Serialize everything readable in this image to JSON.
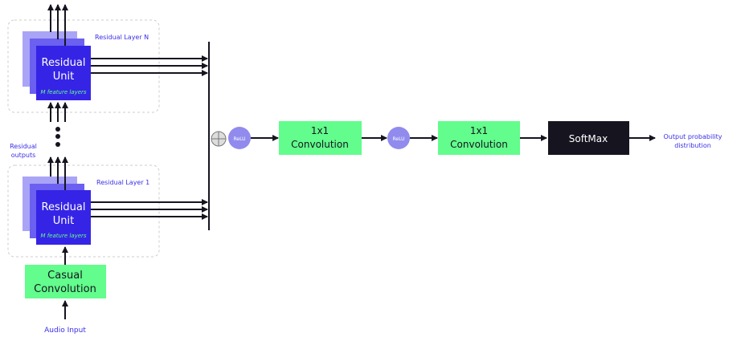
{
  "colors": {
    "unit_front": "#3524e6",
    "unit_mid": "#6b60f0",
    "unit_back": "#aaa4f6",
    "conv": "#62fd8c",
    "relu": "#918bee",
    "softmax": "#16141f",
    "label": "#3a2ee6",
    "feature_text": "#62fd8c"
  },
  "layer_n": {
    "label": "Residual Layer N",
    "unit_line1": "Residual",
    "unit_line2": "Unit",
    "feature": "M feature layers"
  },
  "layer_1": {
    "label": "Residual Layer 1",
    "unit_line1": "Residual",
    "unit_line2": "Unit",
    "feature": "M feature layers"
  },
  "residual_outputs": {
    "line1": "Residual",
    "line2": "outputs"
  },
  "casual_conv": {
    "line1": "Casual",
    "line2": "Convolution"
  },
  "audio_input": "Audio Input",
  "relu1": "ReLU",
  "conv1": {
    "line1": "1x1",
    "line2": "Convolution"
  },
  "relu2": "ReLU",
  "conv2": {
    "line1": "1x1",
    "line2": "Convolution"
  },
  "softmax": "SoftMax",
  "output": {
    "line1": "Output probability",
    "line2": "distribution"
  }
}
